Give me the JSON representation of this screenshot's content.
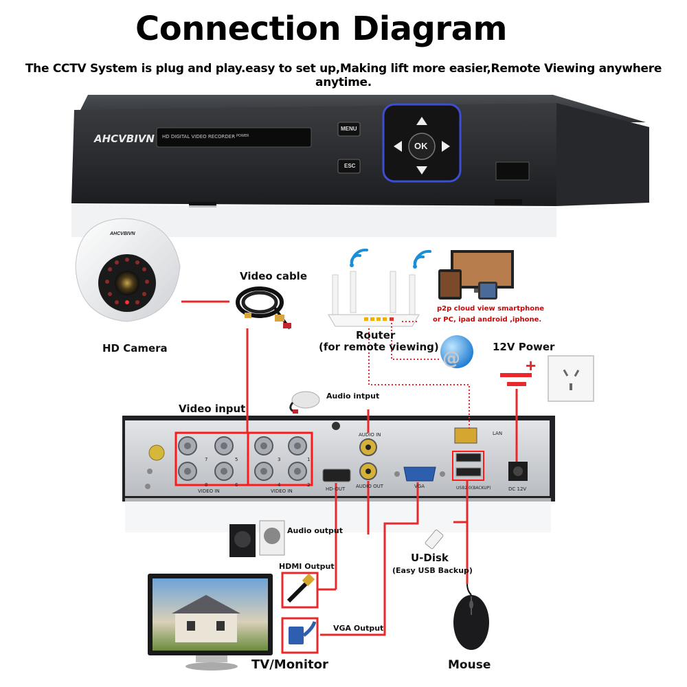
{
  "header": {
    "title": "Connection Diagram",
    "subtitle": "The CCTV System is plug and play.easy to set up,Making lift more easier,Remote Viewing anywhere anytime."
  },
  "dvr_front": {
    "brand": "AHCVBIVN",
    "display_text": "HD DIGITAL VIDEO RECORDER",
    "power_text": "POWER",
    "menu_label": "MENU",
    "esc_label": "ESC",
    "ok_label": "OK"
  },
  "camera": {
    "brand": "AHCVBIVN",
    "label": "HD Camera"
  },
  "video_cable": {
    "label": "Video cable"
  },
  "router": {
    "label": "Router",
    "sublabel": "(for remote viewing)",
    "p2p_line1": "p2p cloud  view smartphone",
    "p2p_line2": "or PC, ipad android ,iphone."
  },
  "power": {
    "label": "12V Power",
    "plus": "+"
  },
  "dvr_back": {
    "video_input_label": "Video input",
    "audio_input_label": "Audio intput",
    "port_labels": {
      "video_in": "VIDEO IN",
      "hd_out": "HD-OUT",
      "audio_in": "AUDIO IN",
      "audio_out": "AUDIO OUT",
      "vga": "VGA",
      "lan": "LAN",
      "usb": "USB2.0(BACKUP)",
      "dc": "DC 12V"
    },
    "channel_numbers": [
      "7",
      "5",
      "8",
      "6",
      "3",
      "1",
      "4",
      "2"
    ]
  },
  "outputs": {
    "audio_output": "Audio output",
    "hdmi_output": "HDMI Output",
    "vga_output": "VGA Output",
    "udisk": "U-Disk",
    "udisk_sub": "(Easy USB Backup)",
    "tv": "TV/Monitor",
    "mouse": "Mouse"
  },
  "colors": {
    "line_red": "#e8282b",
    "dvr_dark": "#2a2c30",
    "panel_silver": "#c9ccd0",
    "highlight": "#ff1a1a"
  }
}
